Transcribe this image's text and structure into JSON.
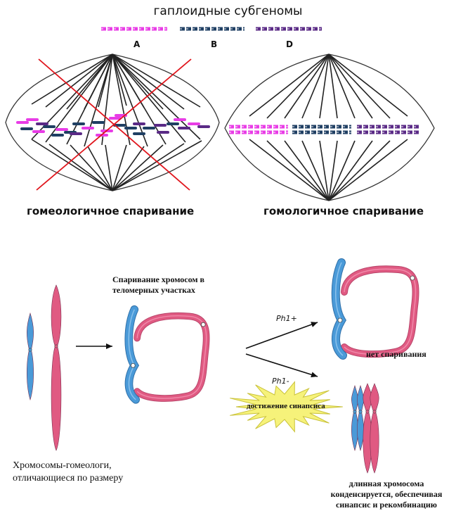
{
  "title": "гаплоидные субгеномы",
  "subgenomes": [
    {
      "letter": "A",
      "color": "#e83ce6"
    },
    {
      "letter": "B",
      "color": "#1f3f63"
    },
    {
      "letter": "D",
      "color": "#5a2a86"
    }
  ],
  "left_spindle_label": "гомеологичное спаривание",
  "right_spindle_label": "гомологичное спаривание",
  "pairing_caption": "Спаривание хромосом в теломерных участках",
  "ph1_plus": "Ph1+",
  "ph1_minus": "Ph1-",
  "no_pairing": "нет спаривания",
  "synapsis_burst": "достижение синапсиса",
  "homeologs_caption": "Хромосомы-гомеологи, отличающиеся по размеру",
  "long_chromosome_caption": "длинная хромосома конденсируется, обеспечивая синапсис и рекомбинацию",
  "colors": {
    "blue_chromosome": "#4a9ad8",
    "pink_chromosome": "#e05a82",
    "cross": "#e0151c",
    "burst_fill": "#f6f27a",
    "burst_stroke": "#c9c23a"
  }
}
